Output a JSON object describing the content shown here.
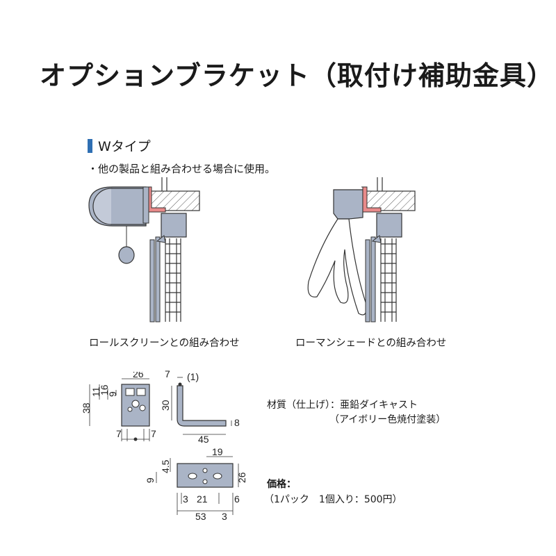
{
  "title": "オプションブラケット（取付け補助金具）",
  "section": {
    "label": "Wタイプ"
  },
  "note": "・他の製品と組み合わせる場合に使用。",
  "captions": {
    "left": "ロールスクリーンとの組み合わせ",
    "right": "ローマンシェードとの組み合わせ"
  },
  "spec": {
    "material_line1": "材質（仕上げ）：亜鉛ダイキャスト",
    "material_line2": "（アイボリー色焼付塗装）",
    "price_label": "価格：",
    "price_value": "（1パック　1個入り：500円）"
  },
  "dims": {
    "front": {
      "width": "26",
      "height": "38",
      "d1": "16",
      "d2": "11",
      "d3": "9",
      "b1": "7",
      "b2": "7"
    },
    "side": {
      "top": "7",
      "paren": "(1)",
      "height": "30",
      "thick": "8",
      "length": "45"
    },
    "bottom": {
      "w": "19",
      "h1": "4.5",
      "h2": "9",
      "h3": "26",
      "s1": "3",
      "s2": "21",
      "s3": "6",
      "total": "53",
      "s4": "3"
    }
  },
  "colors": {
    "accent": "#2f6fb3",
    "bracket": "#e88a8a",
    "part": "#aab4c6"
  }
}
